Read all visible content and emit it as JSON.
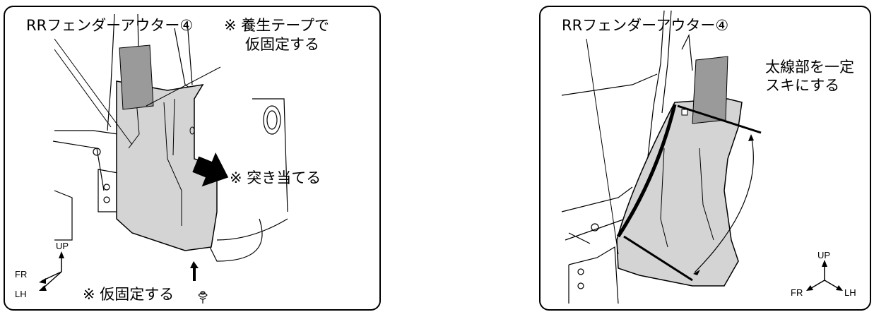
{
  "left_panel": {
    "part_label": "RRフェンダーアウター④",
    "note_tape_line1": "※ 養生テープで",
    "note_tape_line2": "仮固定する",
    "note_butt": "※ 突き当てる",
    "note_temp_fix": "※ 仮固定する",
    "axes": {
      "up": "UP",
      "fr": "FR",
      "lh": "LH"
    }
  },
  "right_panel": {
    "part_label": "RRフェンダーアウター④",
    "note_gap_line1": "太線部を一定",
    "note_gap_line2": "スキにする",
    "axes": {
      "up": "UP",
      "fr": "FR",
      "lh": "LH"
    }
  },
  "colors": {
    "part_fill": "#d4d4d4",
    "tape_fill": "#9a9a9a",
    "line": "#000000",
    "background": "#ffffff"
  }
}
